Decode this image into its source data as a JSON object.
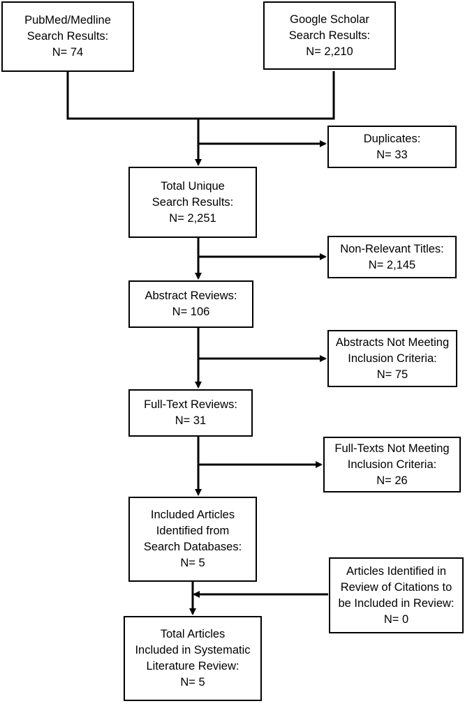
{
  "flowchart": {
    "pubmed": {
      "line1": "PubMed/Medline",
      "line2": "Search Results:",
      "line3": "N= 74"
    },
    "scholar": {
      "line1": "Google Scholar",
      "line2": "Search Results:",
      "line3": "N= 2,210"
    },
    "duplicates": {
      "line1": "Duplicates:",
      "line2": "N= 33"
    },
    "unique": {
      "line1": "Total Unique",
      "line2": "Search Results:",
      "line3": "N= 2,251"
    },
    "nonrelevant": {
      "line1": "Non-Relevant Titles:",
      "line2": "N= 2,145"
    },
    "abstract_reviews": {
      "line1": "Abstract Reviews:",
      "line2": "N= 106"
    },
    "abstracts_excluded": {
      "line1": "Abstracts Not Meeting",
      "line2": "Inclusion Criteria:",
      "line3": "N= 75"
    },
    "fulltext_reviews": {
      "line1": "Full-Text Reviews:",
      "line2": "N= 31"
    },
    "fulltext_excluded": {
      "line1": "Full-Texts Not Meeting",
      "line2": "Inclusion Criteria:",
      "line3": "N= 26"
    },
    "included": {
      "line1": "Included Articles",
      "line2": "Identified from",
      "line3": "Search Databases:",
      "line4": "N= 5"
    },
    "citations": {
      "line1": "Articles Identified in",
      "line2": "Review of Citations to",
      "line3": "be Included in Review:",
      "line4": "N= 0"
    },
    "total": {
      "line1": "Total Articles",
      "line2": "Included in Systematic",
      "line3": "Literature Review:",
      "line4": "N= 5"
    }
  }
}
